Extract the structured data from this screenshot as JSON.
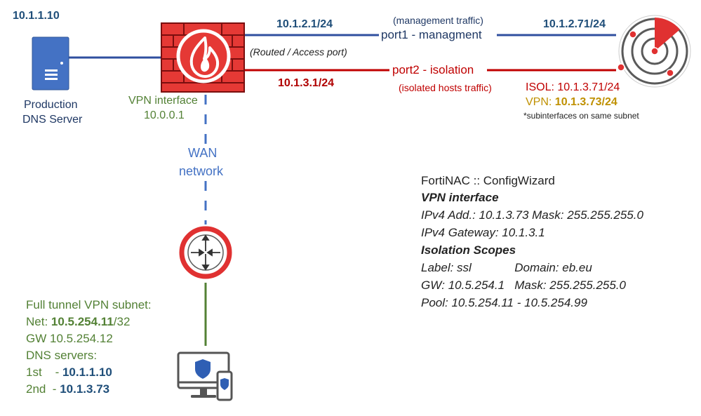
{
  "dns_server": {
    "ip": "10.1.1.10",
    "label_line1": "Production",
    "label_line2": "DNS Server",
    "icon": "server-icon"
  },
  "firewall": {
    "icon": "firewall-icon",
    "vpn_interface_label": "VPN interface",
    "vpn_interface_ip": "10.0.0.1"
  },
  "port1": {
    "fw_ip": "10.1.2.1/24",
    "traffic_label": "(management traffic)",
    "name": "port1 - managment",
    "mode": "(Routed / Access port)",
    "nac_ip": "10.1.2.71/24"
  },
  "port2": {
    "fw_ip": "10.1.3.1/24",
    "name": "port2 - isolation",
    "traffic_label": "(isolated hosts traffic)"
  },
  "fortinac": {
    "icon": "radar-icon",
    "isol_label": "ISOL: ",
    "isol_ip": "10.1.3.71/24",
    "vpn_label": "VPN: ",
    "vpn_ip": "10.1.3.73/24",
    "note": "*subinterfaces on same subnet"
  },
  "wan": {
    "line1": "WAN",
    "line2": "network"
  },
  "router": {
    "icon": "router-icon"
  },
  "client": {
    "icon": "devices-icon",
    "subnet_label": "Full tunnel VPN subnet:",
    "net_label": "Net: ",
    "net_ip": "10.5.254.11",
    "net_suffix": "/32",
    "gw": "GW 10.5.254.12",
    "dns_label": "DNS servers:",
    "dns1_label": "1st    - ",
    "dns1_ip": "10.1.1.10",
    "dns2_label": "2nd  - ",
    "dns2_ip": "10.1.3.73"
  },
  "config": {
    "title": "FortiNAC :: ConfigWizard",
    "vpn_heading": "VPN interface",
    "ipv4_addr": "IPv4 Add.: 10.1.3.73  Mask: 255.255.255.0",
    "ipv4_gw": "IPv4 Gateway: 10.1.3.1",
    "scopes_heading": "Isolation Scopes",
    "label_line": "Label: ssl             Domain: eb.eu",
    "gw_line": "GW: 10.5.254.1   Mask: 255.255.255.0",
    "pool_line": "Pool: 10.5.254.11 - 10.5.254.99"
  },
  "colors": {
    "mgmt_line": "#2f4f9f",
    "isolation_line": "#c00000",
    "wan_line": "#4472c4",
    "client_line": "#538135",
    "accent_red": "#e03131",
    "server_blue": "#4472c4"
  }
}
